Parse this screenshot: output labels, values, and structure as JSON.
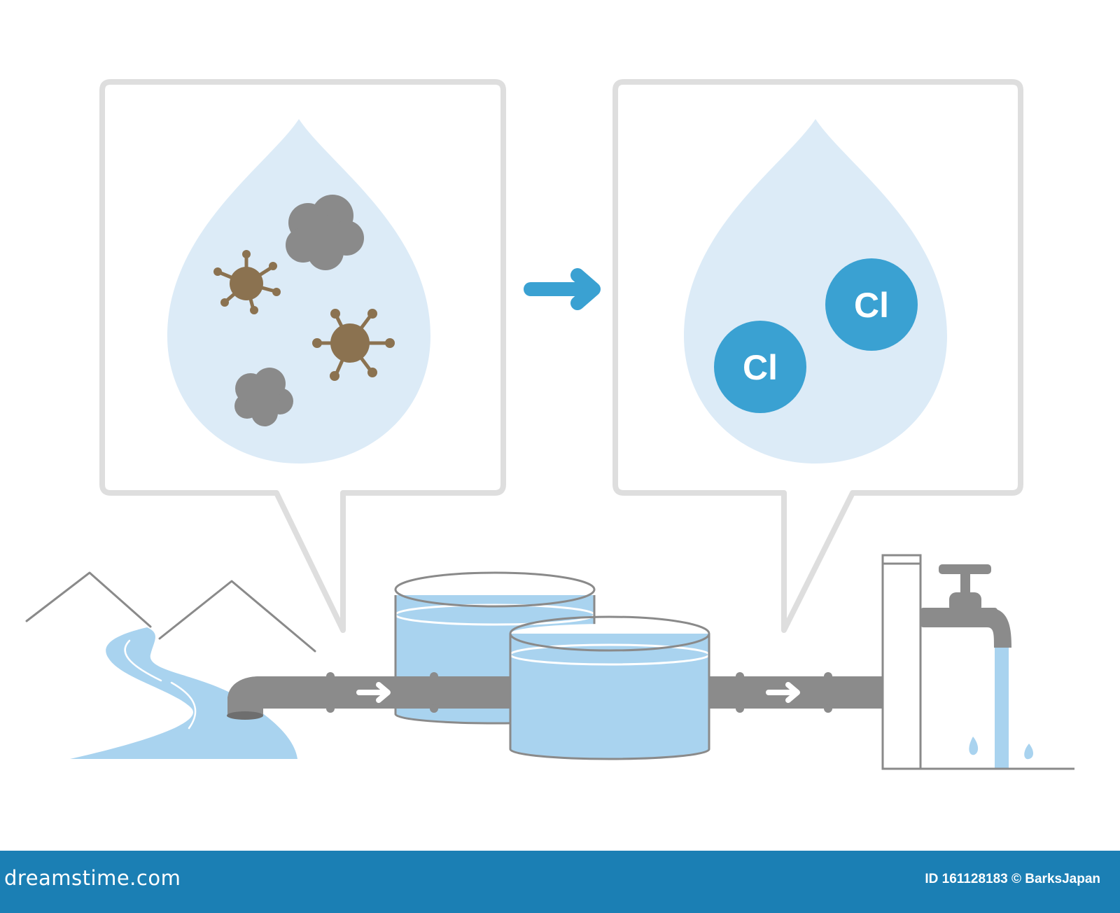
{
  "diagram": {
    "chlorine_symbol": "Cl",
    "colors": {
      "water_light": "#dcebf7",
      "water_mid": "#a9d3ef",
      "chlorine": "#3aa1d2",
      "arrow": "#3aa1d2",
      "pipe": "#8b8b8b",
      "mud": "#8a8a8a",
      "virus": "#8b7250",
      "box_border": "#dedede"
    },
    "icons": [
      "mountains",
      "river",
      "intake-pipe",
      "sediment-clumps",
      "virus",
      "flow-arrow",
      "water-tank",
      "chlorine-ion",
      "faucet",
      "pillar"
    ]
  },
  "footer": {
    "brand": "dreamstime.com",
    "credit": "ID 161128183 © BarksJapan"
  }
}
